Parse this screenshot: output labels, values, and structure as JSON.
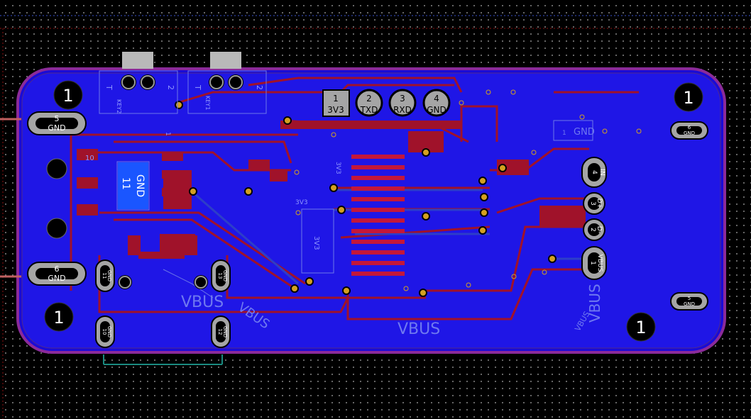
{
  "board": {
    "mounting_holes": [
      "1",
      "1",
      "1",
      "1"
    ],
    "header": [
      {
        "num": "1",
        "name": "3V3"
      },
      {
        "num": "2",
        "name": "TXD"
      },
      {
        "num": "3",
        "name": "RXD"
      },
      {
        "num": "4",
        "name": "GND"
      }
    ],
    "usb_left_gnd": [
      {
        "num": "5",
        "name": "GND"
      },
      {
        "num": "6",
        "name": "GND"
      }
    ],
    "usb_right_pads": [
      {
        "num": "4",
        "name": "IN"
      },
      {
        "num": "3",
        "name": "D+"
      },
      {
        "num": "2",
        "name": "D-"
      },
      {
        "num": "1",
        "name": "VBUS"
      }
    ],
    "small_gnd_pads": [
      {
        "num": "6",
        "name": "GND"
      },
      {
        "num": "5",
        "name": "GND"
      },
      {
        "num": "11",
        "name": "GND"
      },
      {
        "num": "13",
        "name": "GND"
      },
      {
        "num": "10",
        "name": "GND"
      },
      {
        "num": "12",
        "name": "GND"
      }
    ],
    "silk_labels": {
      "vbus_a": "VBUS",
      "vbus_b": "VBUS",
      "vbus_c": "VBUS",
      "vbus_d": "VBUS",
      "vbus_e": "VBUS",
      "gnd_pad": "GND",
      "gnd_pad_num": "11",
      "gnd_right": "GND",
      "gnd_right_num": "1",
      "v3v3_a": "3V3",
      "v3v3_b": "3V3",
      "v3v3_c": "3V3",
      "key_a": "KEY2",
      "key_b": "KEY1",
      "pin_t": "T",
      "pin_1": "1",
      "pin_2": "2",
      "comp_10": "10"
    }
  }
}
